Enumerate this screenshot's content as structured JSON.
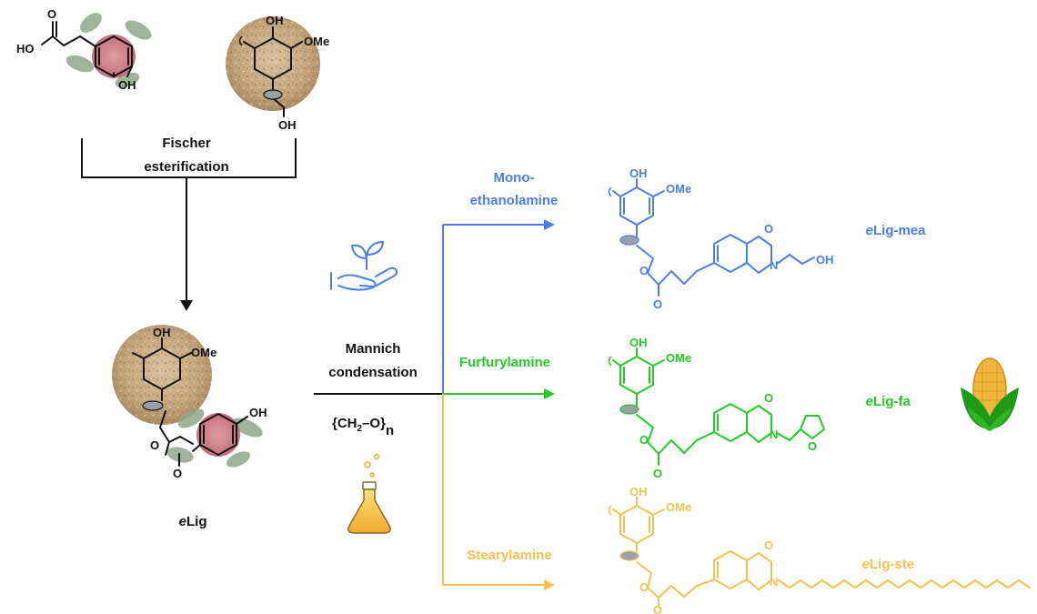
{
  "steps": {
    "esterification_line1": "Fischer",
    "esterification_line2": "esterification",
    "mannich_line1": "Mannich",
    "mannich_line2": "condensation",
    "formaldehyde_pre": "{CH",
    "formaldehyde_sub": "2",
    "formaldehyde_post": "–O}",
    "formaldehyde_n": "n"
  },
  "products": {
    "elig": {
      "italic": "e",
      "rest": "Lig"
    },
    "mea": {
      "amine_line1": "Mono-",
      "amine_line2": "ethanolamine",
      "italic": "e",
      "rest": "Lig-mea"
    },
    "fa": {
      "amine": "Furfurylamine",
      "italic": "e",
      "rest": "Lig-fa"
    },
    "ste": {
      "amine": "Stearylamine",
      "italic": "e",
      "rest": "Lig-ste"
    }
  },
  "atoms": {
    "oh": "OH",
    "ome": "OMe",
    "ho": "HO",
    "o": "O",
    "n": "N"
  },
  "colors": {
    "black": "#111111",
    "mea": "#4a7fe8",
    "fa": "#22cc22",
    "ste": "#f4c24e",
    "corn_kernel": "#f2b63b",
    "corn_leaf": "#1f9a17",
    "lignin_texture": "#c9ab82",
    "phenol_ring": "#c96d78",
    "leaf": "#8fa88a"
  },
  "icons": [
    "hand-plant-icon",
    "flask-icon",
    "corn-icon"
  ]
}
